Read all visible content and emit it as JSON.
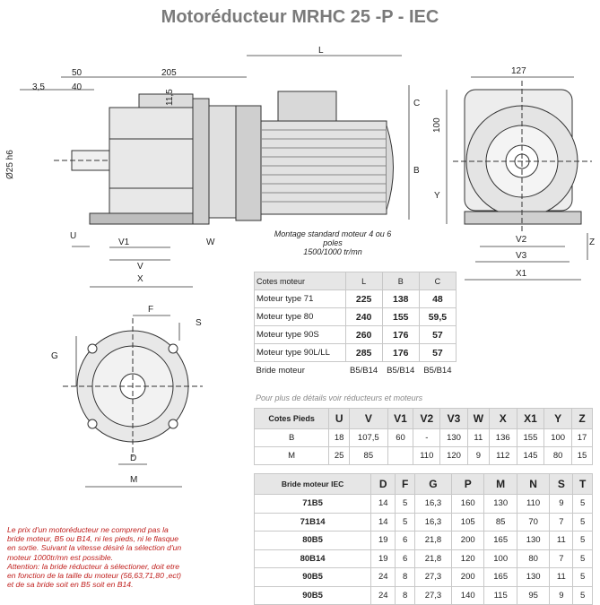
{
  "title": "Motoréducteur MRHC 25 -P - IEC",
  "drawing_labels": {
    "d50": "50",
    "d205": "205",
    "d3_5": "3,5",
    "d40": "40",
    "d11_5": "11,5",
    "dia25": "Ø25 h6",
    "L": "L",
    "C": "C",
    "B": "B",
    "d100": "100",
    "d127": "127",
    "Y": "Y",
    "V1": "V1",
    "W": "W",
    "U": "U",
    "V": "V",
    "X": "X",
    "V2": "V2",
    "V3": "V3",
    "X1": "X1",
    "Z": "Z",
    "F": "F",
    "S": "S",
    "G": "G",
    "D": "D",
    "M": "M"
  },
  "montage_note": [
    "Montage standard moteur 4 ou 6 poles",
    "1500/1000 tr/mn"
  ],
  "moteur_table": {
    "headers": [
      "Cotes moteur",
      "L",
      "B",
      "C"
    ],
    "rows": [
      [
        "Moteur type 71",
        "225",
        "138",
        "48"
      ],
      [
        "Moteur type 80",
        "240",
        "155",
        "59,5"
      ],
      [
        "Moteur type 90S",
        "260",
        "176",
        "57"
      ],
      [
        "Moteur type 90L/LL",
        "285",
        "176",
        "57"
      ]
    ],
    "bride_row": [
      "Bride moteur",
      "B5/B14",
      "B5/B14",
      "B5/B14"
    ]
  },
  "more_info": "Pour plus de détails voir réducteurs et moteurs",
  "pieds_table": {
    "headers": [
      "Cotes Pieds",
      "U",
      "V",
      "V1",
      "V2",
      "V3",
      "W",
      "X",
      "X1",
      "Y",
      "Z"
    ],
    "rows": [
      [
        "B",
        "18",
        "107,5",
        "60",
        "-",
        "130",
        "11",
        "136",
        "155",
        "100",
        "17"
      ],
      [
        "M",
        "25",
        "85",
        "",
        "110",
        "120",
        "9",
        "112",
        "145",
        "80",
        "15"
      ]
    ]
  },
  "bride_table": {
    "headers": [
      "Bride moteur IEC",
      "D",
      "F",
      "G",
      "P",
      "M",
      "N",
      "S",
      "T"
    ],
    "rows": [
      [
        "71B5",
        "14",
        "5",
        "16,3",
        "160",
        "130",
        "110",
        "9",
        "5"
      ],
      [
        "71B14",
        "14",
        "5",
        "16,3",
        "105",
        "85",
        "70",
        "7",
        "5"
      ],
      [
        "80B5",
        "19",
        "6",
        "21,8",
        "200",
        "165",
        "130",
        "11",
        "5"
      ],
      [
        "80B14",
        "19",
        "6",
        "21,8",
        "120",
        "100",
        "80",
        "7",
        "5"
      ],
      [
        "90B5",
        "24",
        "8",
        "27,3",
        "200",
        "165",
        "130",
        "11",
        "5"
      ],
      [
        "90B5",
        "24",
        "8",
        "27,3",
        "140",
        "115",
        "95",
        "9",
        "5"
      ]
    ]
  },
  "red_notes": [
    "Le  prix d'un motoréducteur ne comprend  pas la",
    "bride moteur, B5 ou B14, ni les pieds, ni le flasque",
    " en sortie. Suivant la vitesse désiré  la sélection d'un",
    " moteur 1000tr/mn est  possible.",
    "Attention: la bride réducteur à sélectioner, doit etre",
    "en fonction de la taille du moteur (56,63,71,80 ,ect)",
    "et de sa bride soit en B5 soit en B14."
  ]
}
